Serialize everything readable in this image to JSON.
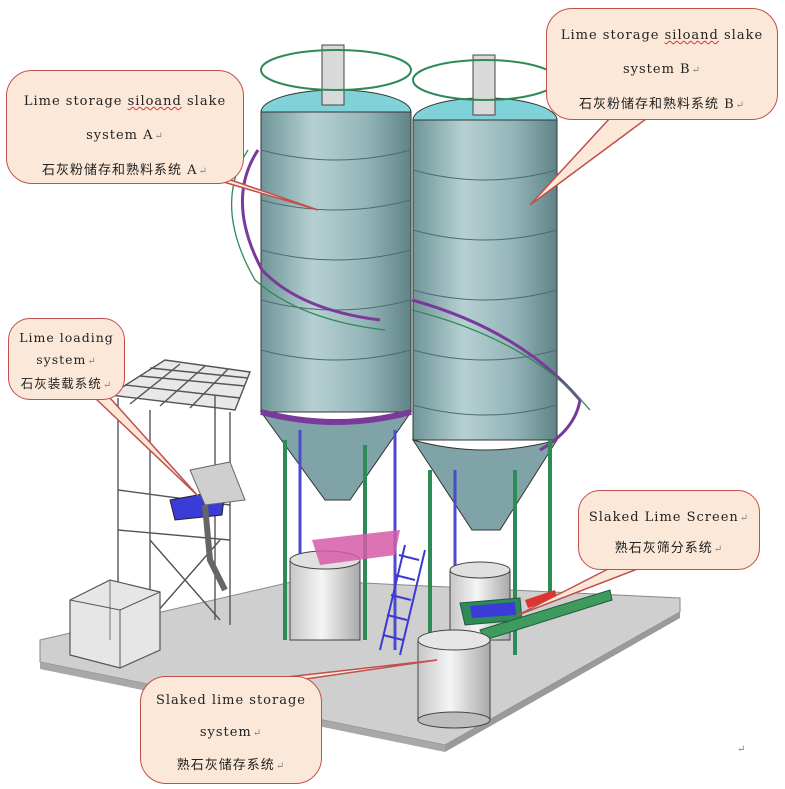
{
  "callouts": {
    "silo_a": {
      "line1_a": "Lime storage ",
      "line1_b": "siloand",
      "line1_c": " slake",
      "line2": "system A",
      "line3": "石灰粉储存和熟料系统 A",
      "mark": "↵"
    },
    "silo_b": {
      "line1_a": "Lime storage ",
      "line1_b": "siloand",
      "line1_c": " slake",
      "line2": "system B",
      "line3": "石灰粉储存和熟料系统 B",
      "mark": "↵"
    },
    "loading": {
      "line1": "Lime loading",
      "line2": "system",
      "line3": "石灰装载系统",
      "mark": "↵"
    },
    "screen": {
      "line1": "Slaked Lime Screen",
      "line2": "熟石灰筛分系统",
      "mark": "↵"
    },
    "slaked_storage": {
      "line1": "Slaked lime storage",
      "line2": "system",
      "line3": "熟石灰储存系统",
      "mark": "↵"
    }
  },
  "corner_mark": "↵",
  "colors": {
    "callout_fill": "#fbe8d8",
    "callout_border": "#c0504d",
    "silo": "#8fb3b6",
    "frame_green": "#2e8b57",
    "frame_purple": "#7a3a9a",
    "base_plate": "#c9c9c9",
    "silo_top": "#7fd3d8"
  }
}
